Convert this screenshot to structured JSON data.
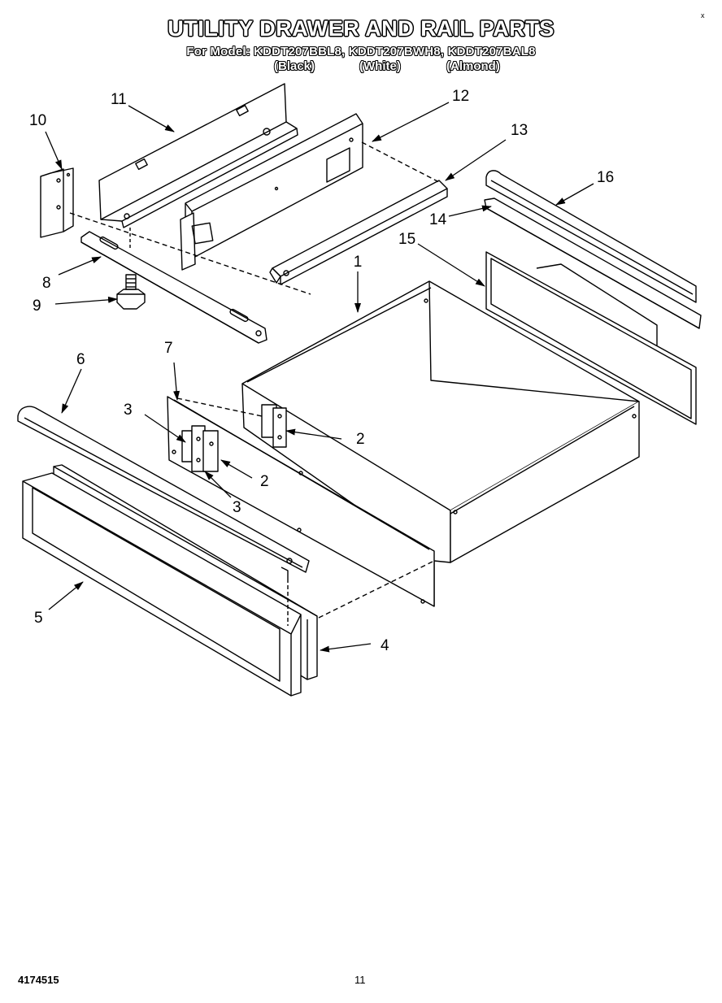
{
  "header": {
    "title": "UTILITY DRAWER AND RAIL PARTS",
    "model_prefix": "For Model:",
    "models": "KDDT207BBL8, KDDT207BWH8, KDDT207BAL8",
    "colors": [
      "(Black)",
      "(White)",
      "(Almond)"
    ]
  },
  "callouts": [
    "1",
    "2",
    "2",
    "3",
    "3",
    "4",
    "5",
    "6",
    "7",
    "8",
    "9",
    "10",
    "11",
    "12",
    "13",
    "14",
    "15",
    "16"
  ],
  "footer": {
    "doc_number": "4174515",
    "page_number": "11"
  },
  "corner_mark": "x",
  "colors": {
    "ink": "#000000",
    "paper": "#ffffff"
  }
}
